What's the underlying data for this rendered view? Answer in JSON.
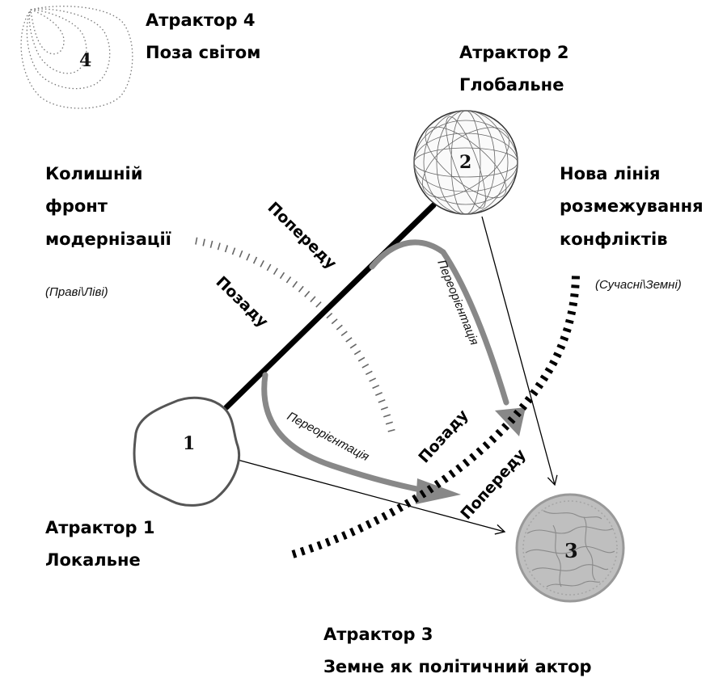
{
  "attractors": {
    "a1": {
      "number": "1",
      "title": "Атрактор 1",
      "subtitle": "Локальне"
    },
    "a2": {
      "number": "2",
      "title": "Атрактор 2",
      "subtitle": "Глобальне"
    },
    "a3": {
      "number": "3",
      "title": "Атрактор 3",
      "subtitle": "Земне як політичний актор"
    },
    "a4": {
      "number": "4",
      "title": "Атрактор 4",
      "subtitle": "Поза світом"
    }
  },
  "old_front": {
    "lines": [
      "Колишній",
      "фронт",
      "модернізації"
    ],
    "note": "(Праві\\Ліві)"
  },
  "new_line": {
    "lines": [
      "Нова лінія",
      "розмежування",
      "конфліктів"
    ],
    "note": "(Сучасні\\Земні)"
  },
  "axis_labels": {
    "old_forward": "Попереду",
    "old_back": "Позаду",
    "new_back": "Позаду",
    "new_forward": "Попереду"
  },
  "reorientation": {
    "upper": "Переорієнтація",
    "lower": "Переорієнтація"
  }
}
